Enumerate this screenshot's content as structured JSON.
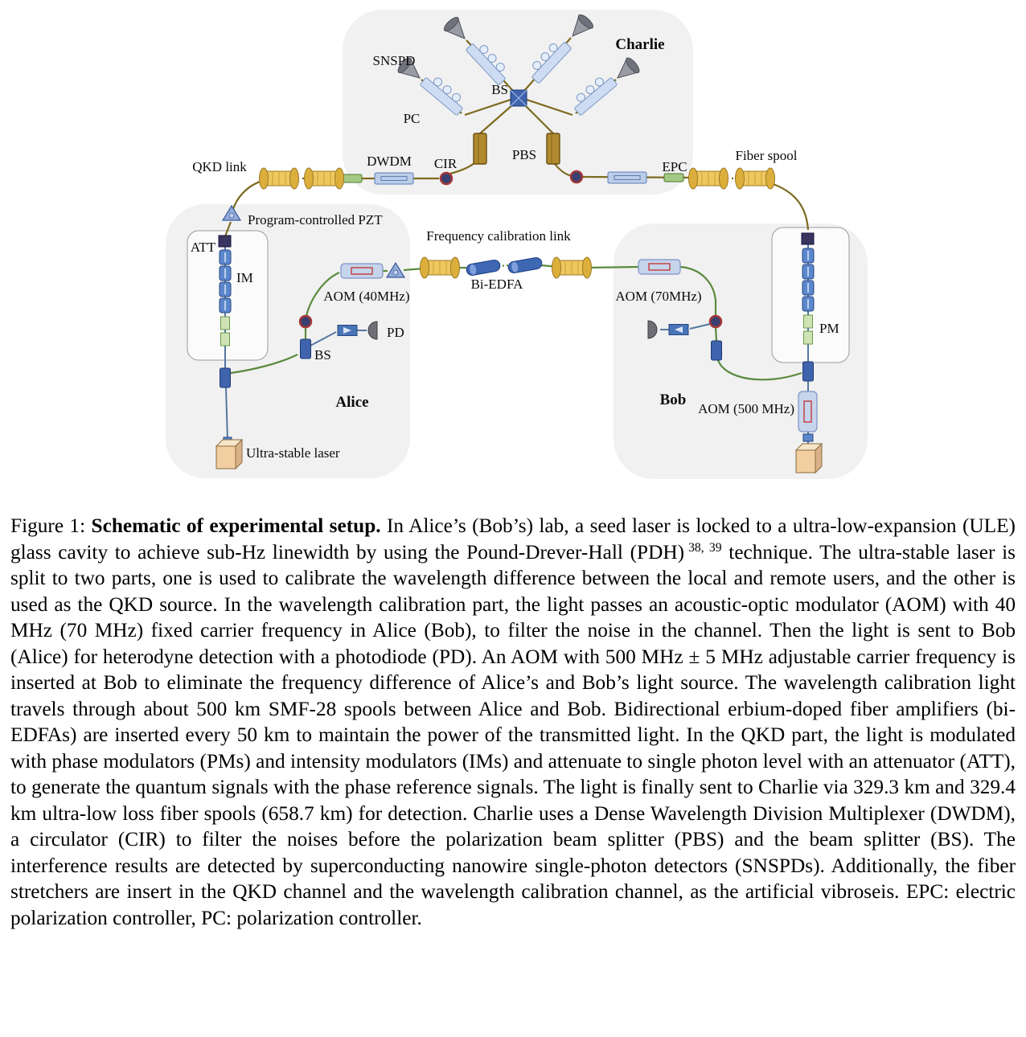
{
  "caption": {
    "label": "Figure 1:",
    "title": "Schematic of experimental setup.",
    "body_before_citation": "In Alice’s (Bob’s) lab, a seed laser is locked to a ultra-low-expansion (ULE) glass cavity to achieve sub-Hz linewidth by using the Pound-Drever-Hall (PDH)",
    "citation": "38, 39",
    "body_after_citation": "technique.  The ultra-stable laser is split to two parts, one is used to calibrate the wavelength difference between the local and remote users, and the other is used as the QKD source.  In the wavelength calibration part, the light passes an acoustic-optic modulator (AOM) with 40 MHz (70 MHz) fixed carrier frequency in Alice (Bob), to filter the noise in the channel. Then the light is sent to Bob (Alice) for heterodyne detection with a photodiode (PD). An AOM with 500 MHz ± 5 MHz adjustable carrier frequency is inserted at Bob to eliminate the frequency difference of Alice’s and Bob’s light source.  The wavelength calibration light travels through about 500 km SMF-28 spools between Alice and Bob.  Bidirectional erbium-doped fiber amplifiers (bi-EDFAs) are inserted every 50 km to maintain the power of the transmitted light.  In the QKD part, the light is modulated with phase modulators (PMs) and intensity modulators (IMs) and attenuate to single photon level with an attenuator (ATT), to generate the quantum signals with the phase reference signals.  The light is finally sent to Charlie via 329.3 km and 329.4 km ultra-low loss fiber spools (658.7 km) for detection.  Charlie uses a Dense Wavelength Division Multiplexer (DWDM), a circulator (CIR) to filter the noises before the polarization beam splitter (PBS) and the beam splitter (BS). The interference results are detected by superconducting nanowire single-photon detectors (SNSPDs).  Additionally, the fiber stretchers are insert in the QKD channel and the wavelength calibration channel, as the artificial vibroseis. EPC: electric polarization controller, PC: polarization controller."
  },
  "diagram": {
    "labels": {
      "charlie": "Charlie",
      "alice": "Alice",
      "bob": "Bob",
      "snspd": "SNSPD",
      "pc": "PC",
      "bs_charlie": "BS",
      "pbs": "PBS",
      "dwdm": "DWDM",
      "cir": "CIR",
      "epc": "EPC",
      "fiber_spool": "Fiber spool",
      "qkd_link": "QKD link",
      "pzt": "Program-controlled PZT",
      "att": "ATT",
      "im": "IM",
      "freq_link": "Frequency calibration link",
      "aom40": "AOM (40MHz)",
      "bi_edfa": "Bi-EDFA",
      "aom70": "AOM (70MHz)",
      "bs_alice": "BS",
      "pd": "PD",
      "pm": "PM",
      "aom500": "AOM (500 MHz)",
      "laser": "Ultra-stable laser"
    },
    "colors": {
      "qkd_fiber": "#7d6a1e",
      "calibration_fiber": "#5a8a3c",
      "panel": "#f1f1f2",
      "spool": "#eec75f",
      "component_blue": "#3f63ad"
    }
  }
}
